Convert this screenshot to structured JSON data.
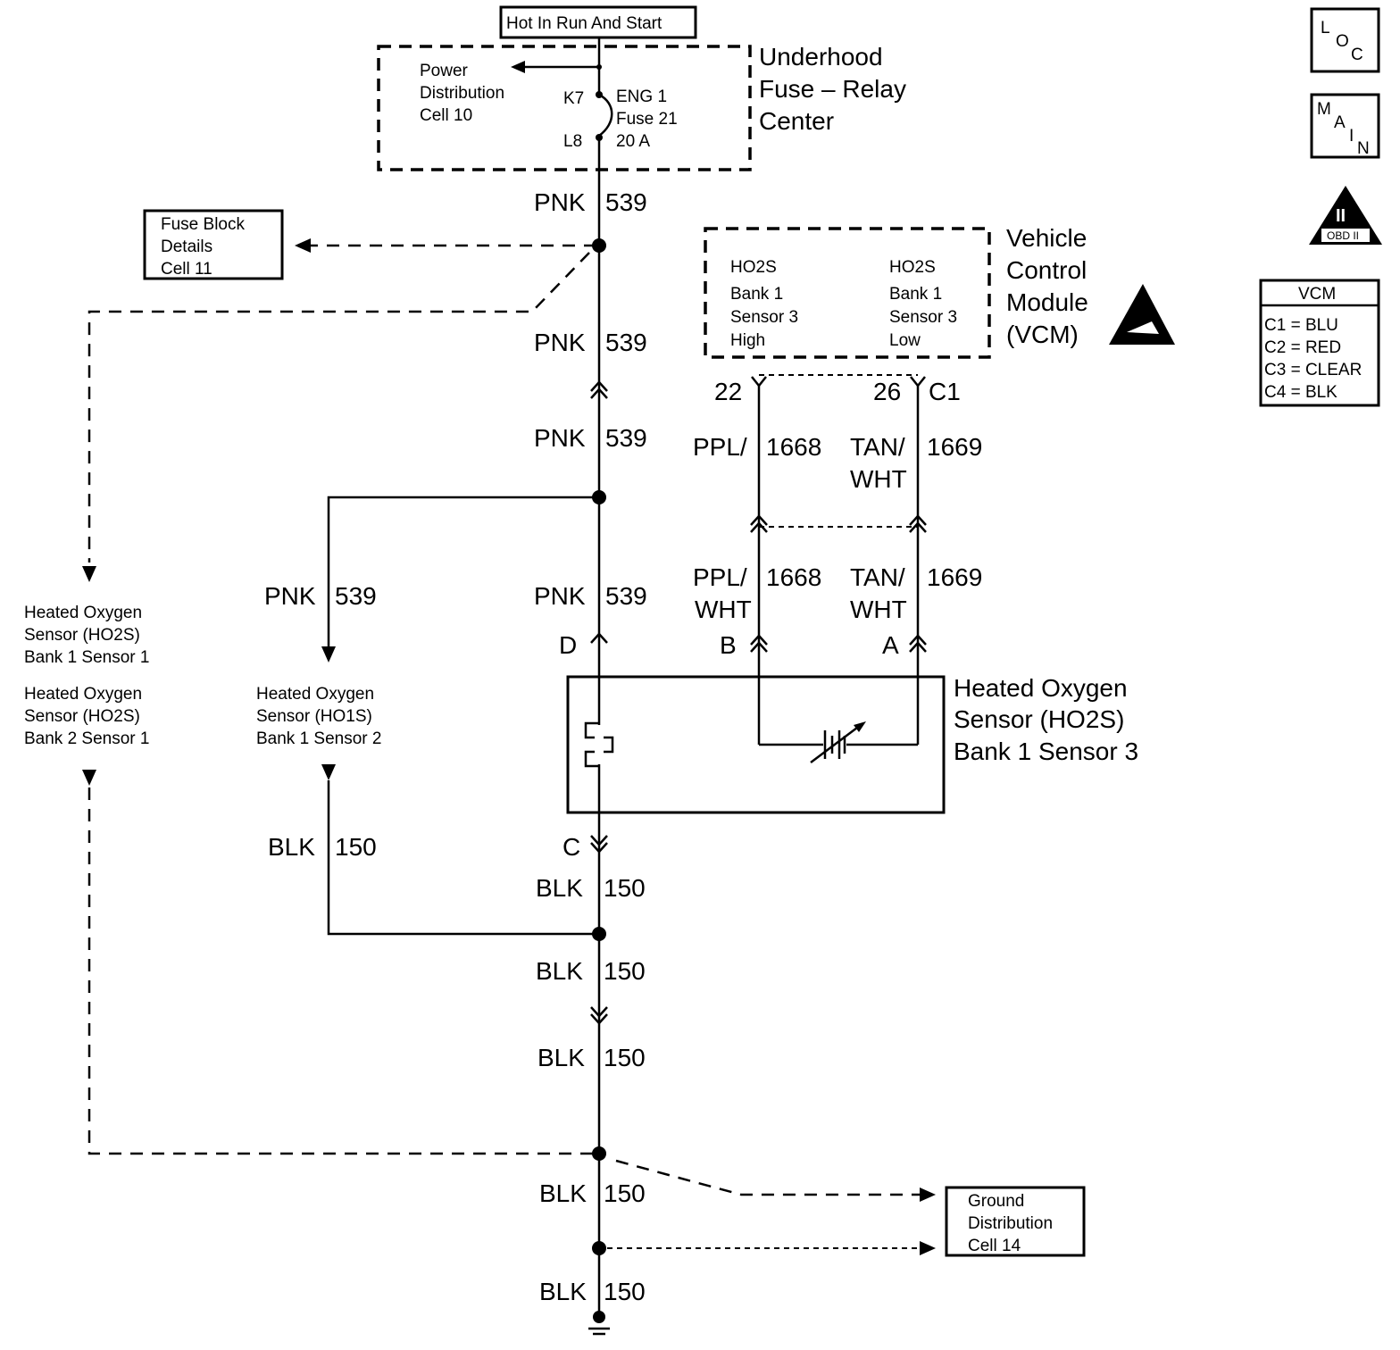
{
  "power_source": {
    "hot_label": "Hot In Run And Start",
    "fuse_center_name": [
      "Underhood",
      "Fuse – Relay",
      "Center"
    ],
    "power_distribution_ref": [
      "Power",
      "Distribution",
      "Cell 10"
    ],
    "pin_top": "K7",
    "pin_bottom": "L8",
    "fuse_label": [
      "ENG 1",
      "Fuse 21",
      "20 A"
    ]
  },
  "fuse_block_ref": [
    "Fuse Block",
    "Details",
    "Cell 11"
  ],
  "vcm": {
    "name": [
      "Vehicle",
      "Control",
      "Module",
      "(VCM)"
    ],
    "signal_high": [
      "HO2S",
      "Bank 1",
      "Sensor 3",
      "High"
    ],
    "signal_low": [
      "HO2S",
      "Bank 1",
      "Sensor 3",
      "Low"
    ],
    "pin_high": "22",
    "pin_low": "26",
    "connector": "C1"
  },
  "legend_vcm": {
    "title": "VCM",
    "rows": [
      "C1 = BLU",
      "C2 = RED",
      "C3 = CLEAR",
      "C4 = BLK"
    ]
  },
  "side_icons": {
    "loc": [
      "L",
      "O",
      "C"
    ],
    "main": [
      "M",
      "A",
      "I",
      "N"
    ],
    "obd": [
      "II",
      "OBD II"
    ]
  },
  "wires": {
    "pnk_color": "PNK",
    "pnk_circuit": "539",
    "blk_color": "BLK",
    "blk_circuit": "150",
    "ppl_color_a": "PPL/",
    "ppl_color_b": "WHT",
    "ppl_circuit": "1668",
    "tan_color_a": "TAN/",
    "tan_color_b": "WHT",
    "tan_circuit": "1669"
  },
  "sensor_b1s3": {
    "name": [
      "Heated Oxygen",
      "Sensor (HO2S)",
      "Bank 1 Sensor 3"
    ],
    "pin_d": "D",
    "pin_b": "B",
    "pin_a": "A",
    "pin_c": "C"
  },
  "other_sensors": {
    "b1s1": [
      "Heated Oxygen",
      "Sensor (HO2S)",
      "Bank 1 Sensor 1"
    ],
    "b2s1": [
      "Heated Oxygen",
      "Sensor (HO2S)",
      "Bank 2 Sensor 1"
    ],
    "b1s2": [
      "Heated Oxygen",
      "Sensor (HO1S)",
      "Bank 1 Sensor 2"
    ]
  },
  "ground_ref": [
    "Ground",
    "Distribution",
    "Cell 14"
  ]
}
